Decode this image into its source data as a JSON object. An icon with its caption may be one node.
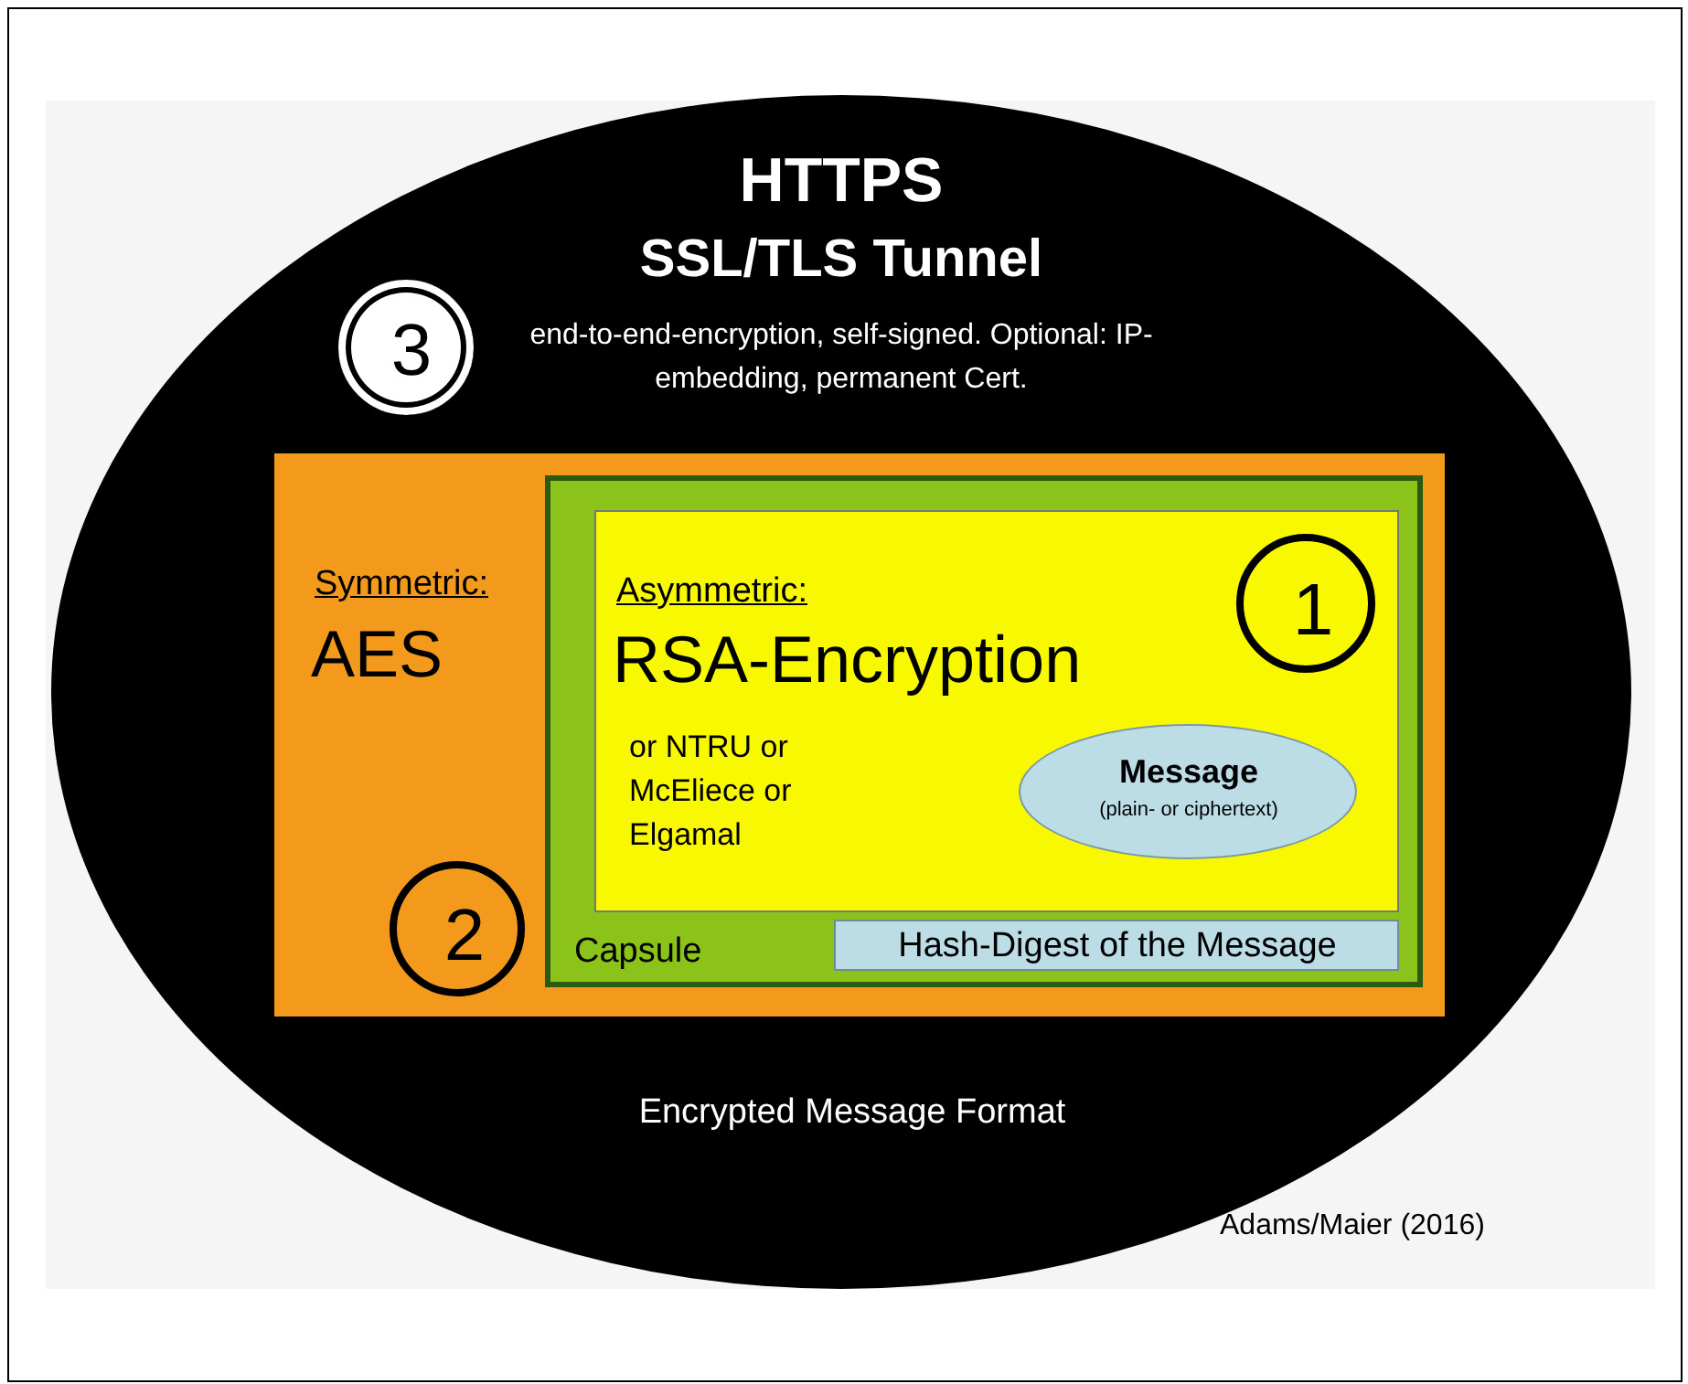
{
  "diagram": {
    "nodes": [
      {
        "text": [
          "HTTPS",
          "SSL/TLS Tunnel",
          "end-to-end-encryption, self-signed. Optional: IP-embedding, permanent Cert.",
          "Encrypted Message Format"
        ]
      },
      {
        "text": [
          "3"
        ],
        "in": 0
      },
      {
        "text": [
          "Symmetric:",
          "AES"
        ],
        "in": 0
      },
      {
        "text": [
          "2"
        ],
        "in": 2
      },
      {
        "text": [
          "Capsule"
        ],
        "in": 2
      },
      {
        "text": [
          "Asymmetric:",
          "RSA-Encryption",
          "or NTRU or McEliece or Elgamal"
        ],
        "in": 4
      },
      {
        "text": [
          "1"
        ],
        "in": 5
      },
      {
        "text": [
          "Message",
          "(plain- or ciphertext)"
        ],
        "in": 5
      },
      {
        "text": [
          "Hash-Digest of the Message"
        ],
        "in": 4
      }
    ],
    "labels": [
      "Adams/Maier (2016)"
    ]
  }
}
